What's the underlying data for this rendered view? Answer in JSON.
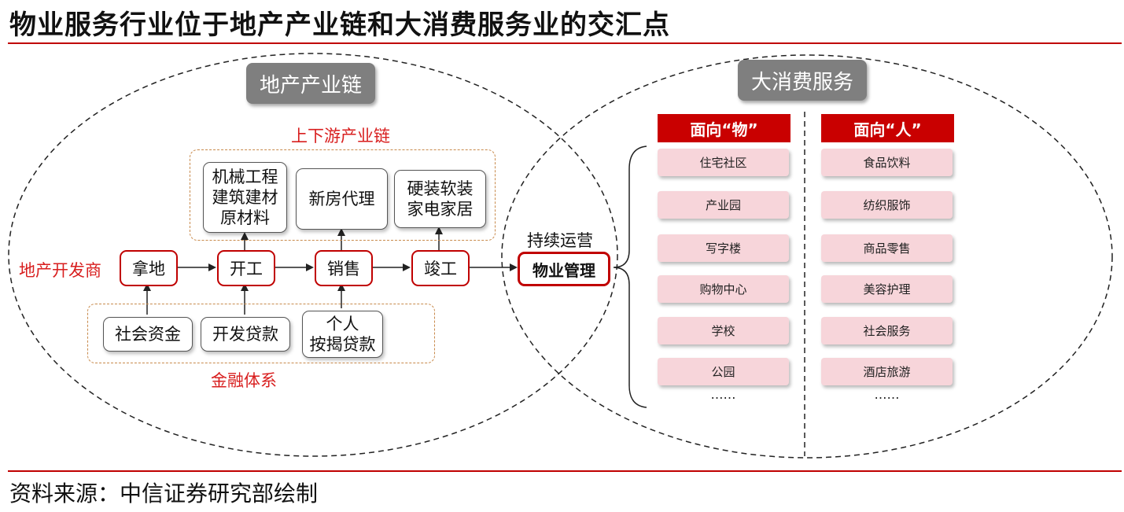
{
  "title": "物业服务行业位于地产产业链和大消费服务业的交汇点",
  "source": "资料来源：中信证券研究部绘制",
  "colors": {
    "accent_red": "#c00000",
    "pink_fill": "#f7d5da",
    "gray_badge": "#7f7f7f",
    "dash_border": "#c88a4c"
  },
  "left": {
    "badge": "地产产业链",
    "upstream_label": "上下游产业链",
    "upstream": [
      {
        "lines": [
          "机械工程",
          "建筑建材",
          "原材料"
        ]
      },
      {
        "lines": [
          "新房代理"
        ]
      },
      {
        "lines": [
          "硬装软装",
          "家电家居"
        ]
      }
    ],
    "developer_label": "地产开发商",
    "chain": [
      "拿地",
      "开工",
      "销售",
      "竣工"
    ],
    "finance_label": "金融体系",
    "finance": [
      {
        "lines": [
          "社会资金"
        ]
      },
      {
        "lines": [
          "开发贷款"
        ]
      },
      {
        "lines": [
          "个人",
          "按揭贷款"
        ]
      }
    ]
  },
  "center": {
    "label": "持续运营",
    "box": "物业管理"
  },
  "right": {
    "badge": "大消费服务",
    "col1": {
      "header": "面向“物”",
      "items": [
        "住宅社区",
        "产业园",
        "写字楼",
        "购物中心",
        "学校",
        "公园"
      ],
      "more": "……"
    },
    "col2": {
      "header": "面向“人”",
      "items": [
        "食品饮料",
        "纺织服饰",
        "商品零售",
        "美容护理",
        "社会服务",
        "酒店旅游"
      ],
      "more": "……"
    }
  }
}
